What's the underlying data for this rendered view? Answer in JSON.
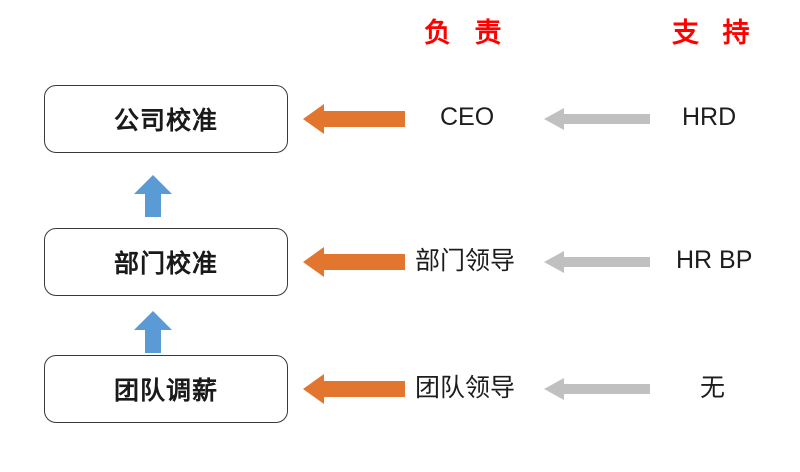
{
  "diagram": {
    "title_columns": {
      "responsible": "负 责",
      "support": "支 持",
      "color": "#FF0000"
    },
    "colors": {
      "orange_arrow": "#E2762E",
      "gray_arrow": "#C0C0C0",
      "blue_arrow": "#5B9BD5",
      "box_border": "#3A3A3A",
      "text": "#1D1D1D",
      "header_red": "#FF0000",
      "background": "#FFFFFF"
    },
    "rows": [
      {
        "stage": "公司校准",
        "responsible": "CEO",
        "support": "HRD"
      },
      {
        "stage": "部门校准",
        "responsible": "部门领导",
        "support": "HR BP"
      },
      {
        "stage": "团队调薪",
        "responsible": "团队领导",
        "support": "无"
      }
    ],
    "flow_arrows": {
      "escalation_count": 2,
      "escalation_direction": "up",
      "responsible_direction": "left",
      "support_direction": "left"
    }
  }
}
